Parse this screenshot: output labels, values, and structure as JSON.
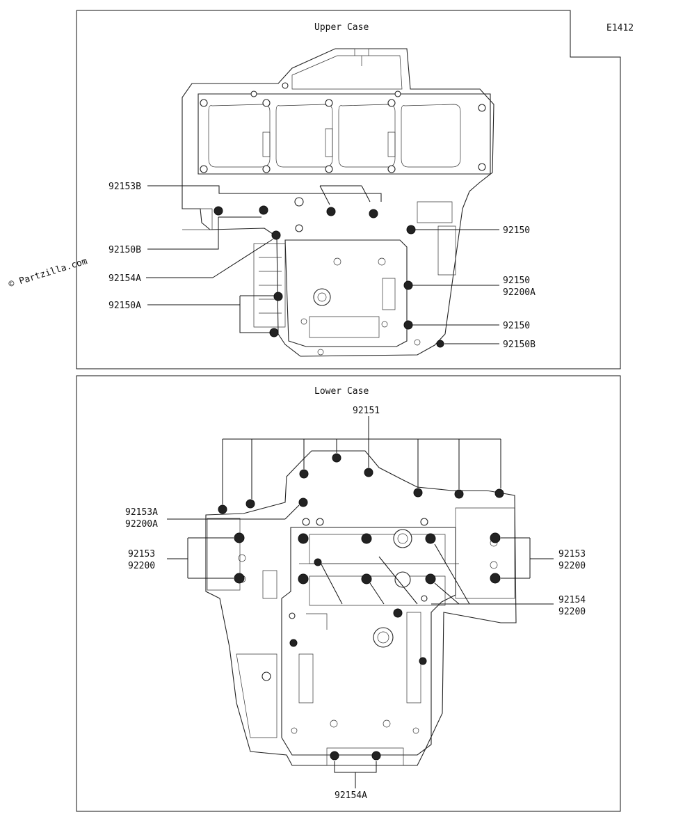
{
  "figure_code": "E1412",
  "watermark": "© Partzilla.com",
  "upper": {
    "title": "Upper Case",
    "labels": {
      "l92153B": "92153B",
      "l92150B_left": "92150B",
      "l92154A": "92154A",
      "l92150A": "92150A",
      "l92150_top": "92150",
      "l92150_mid": "92150",
      "l92200A": "92200A",
      "l92150_low": "92150",
      "l92150B_right": "92150B"
    }
  },
  "lower": {
    "title": "Lower Case",
    "labels": {
      "l92151": "92151",
      "l92153A": "92153A",
      "l92200A": "92200A",
      "l92153_left": "92153",
      "l92200_left": "92200",
      "l92153_right": "92153",
      "l92200_right": "92200",
      "l92154": "92154",
      "l92200_mid": "92200",
      "l92154A": "92154A"
    }
  },
  "colors": {
    "ink": "#111111",
    "background": "#ffffff"
  }
}
